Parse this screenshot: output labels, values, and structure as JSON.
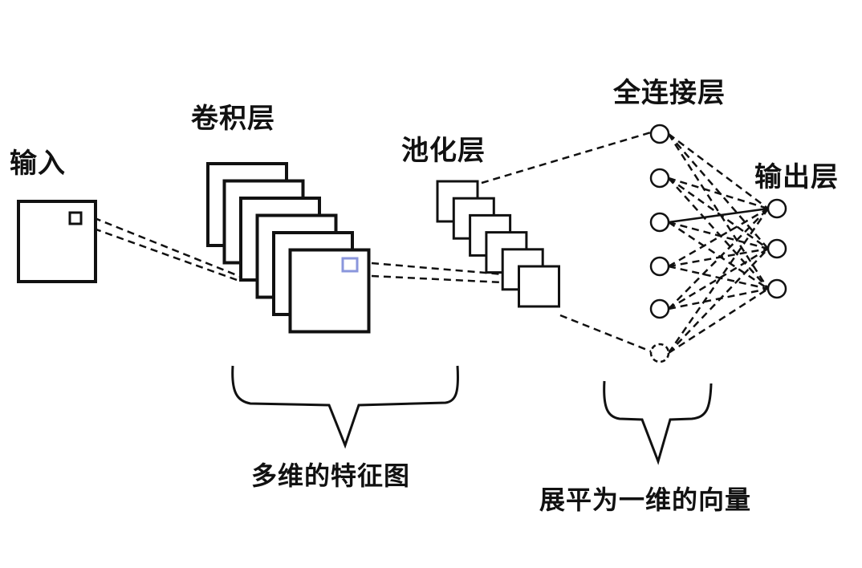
{
  "labels": {
    "input": "输入",
    "conv": "卷积层",
    "pool": "池化层",
    "fc": "全连接层",
    "output": "输出层",
    "feature_maps": "多维的特征图",
    "flatten": "展平为一维的向量"
  },
  "structure": {
    "conv_feature_maps": 6,
    "pool_feature_maps": 6,
    "fc_nodes": 6,
    "fc_dropped_node_index": 5,
    "output_nodes": 3,
    "solid_connection": {
      "from_fc": 2,
      "to_output": 0
    }
  },
  "colors": {
    "stroke": "#111111",
    "kernel_highlight": "#8a96dc"
  }
}
